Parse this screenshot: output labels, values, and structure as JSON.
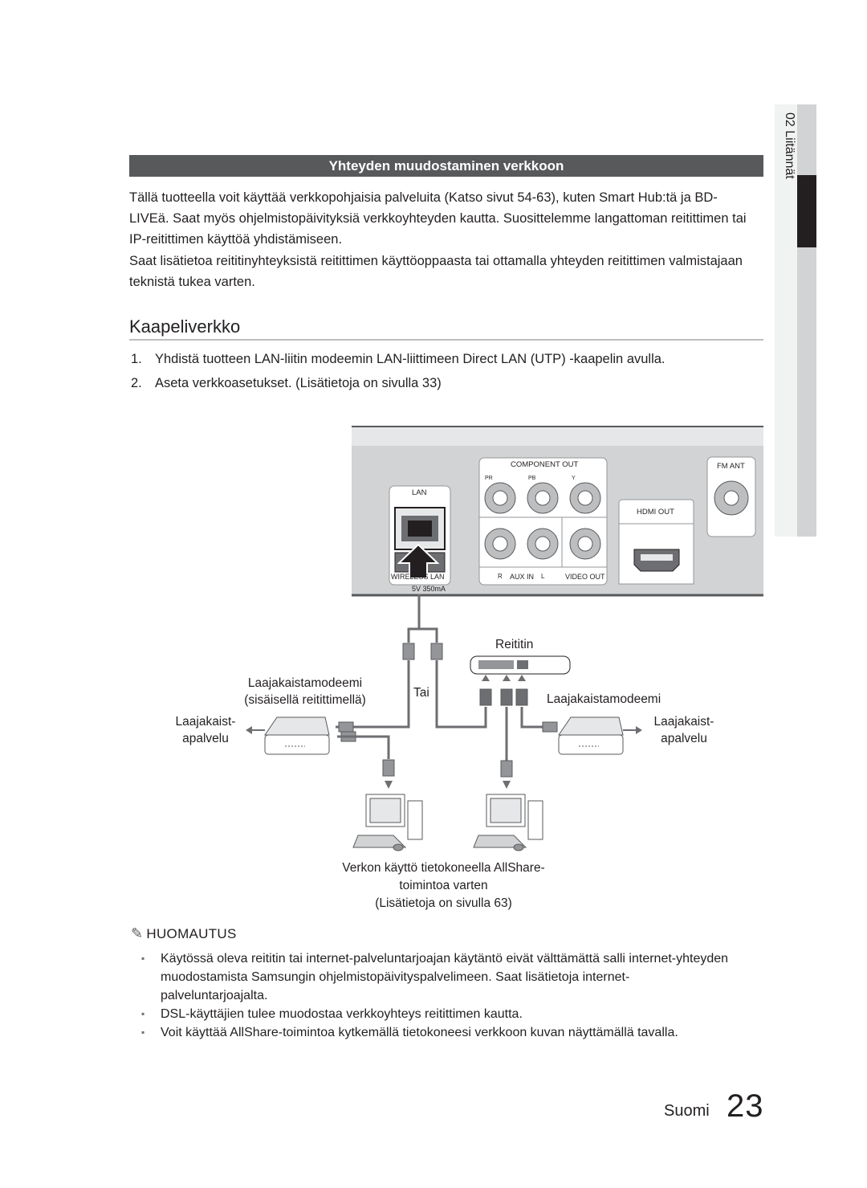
{
  "section": {
    "title": "Yhteyden muudostaminen verkkoon",
    "para1": "Tällä tuotteella voit käyttää verkkopohjaisia palveluita (Katso sivut 54-63), kuten Smart Hub:tä ja BD-LIVEä. Saat myös ohjelmistopäivityksiä verkkoyhteyden kautta. Suosittelemme langattoman reitittimen tai IP-reitittimen käyttöä yhdistämiseen.",
    "para2": "Saat lisätietoa reititinyhteyksistä reitittimen käyttöoppaasta tai ottamalla yhteyden reitittimen valmistajaan teknistä tukea varten."
  },
  "heading": "Kaapeliverkko",
  "steps": [
    {
      "num": "1.",
      "text": "Yhdistä tuotteen LAN-liitin modeemin LAN-liittimeen Direct LAN (UTP) -kaapelin avulla."
    },
    {
      "num": "2.",
      "text": "Aseta verkkoasetukset. (Lisätietoja on sivulla 33)"
    }
  ],
  "side_tab": "02 Liitännät",
  "diagram": {
    "panel_labels": {
      "component_out": "COMPONENT OUT",
      "pr": "PR",
      "pb": "PB",
      "y": "Y",
      "fm_ant": "FM ANT",
      "lan": "LAN",
      "hdmi_out": "HDMI OUT",
      "wireless_lan": "WIRELESS LAN",
      "power": "5V 350mA",
      "aux_in": "AUX IN",
      "aux_r": "R",
      "aux_l": "L",
      "video_out": "VIDEO OUT"
    },
    "router": "Reititin",
    "modem_left_title": "Laajakaistamodeemi",
    "modem_left_sub": "(sisäisellä reitittimellä)",
    "or": "Tai",
    "modem_right": "Laajakaistamodeemi",
    "isp_left_1": "Laajakaist-",
    "isp_left_2": "apalvelu",
    "isp_right_1": "Laajakaist-",
    "isp_right_2": "apalvelu",
    "caption_1": "Verkon käyttö tietokoneella AllShare-",
    "caption_2": "toimintoa varten",
    "caption_3": "(Lisätietoja on sivulla 63)"
  },
  "note": {
    "title": "HUOMAUTUS",
    "items": [
      "Käytössä oleva reititin tai internet-palveluntarjoajan käytäntö eivät välttämättä salli internet-yhteyden muodostamista Samsungin ohjelmistopäivityspalvelimeen. Saat lisätietoja internet-palveluntarjoajalta.",
      "DSL-käyttäjien tulee muodostaa verkkoyhteys reitittimen kautta.",
      "Voit käyttää AllShare-toimintoa kytkemällä tietokoneesi verkkoon kuvan näyttämällä tavalla."
    ]
  },
  "footer": {
    "language": "Suomi",
    "page": "23"
  }
}
